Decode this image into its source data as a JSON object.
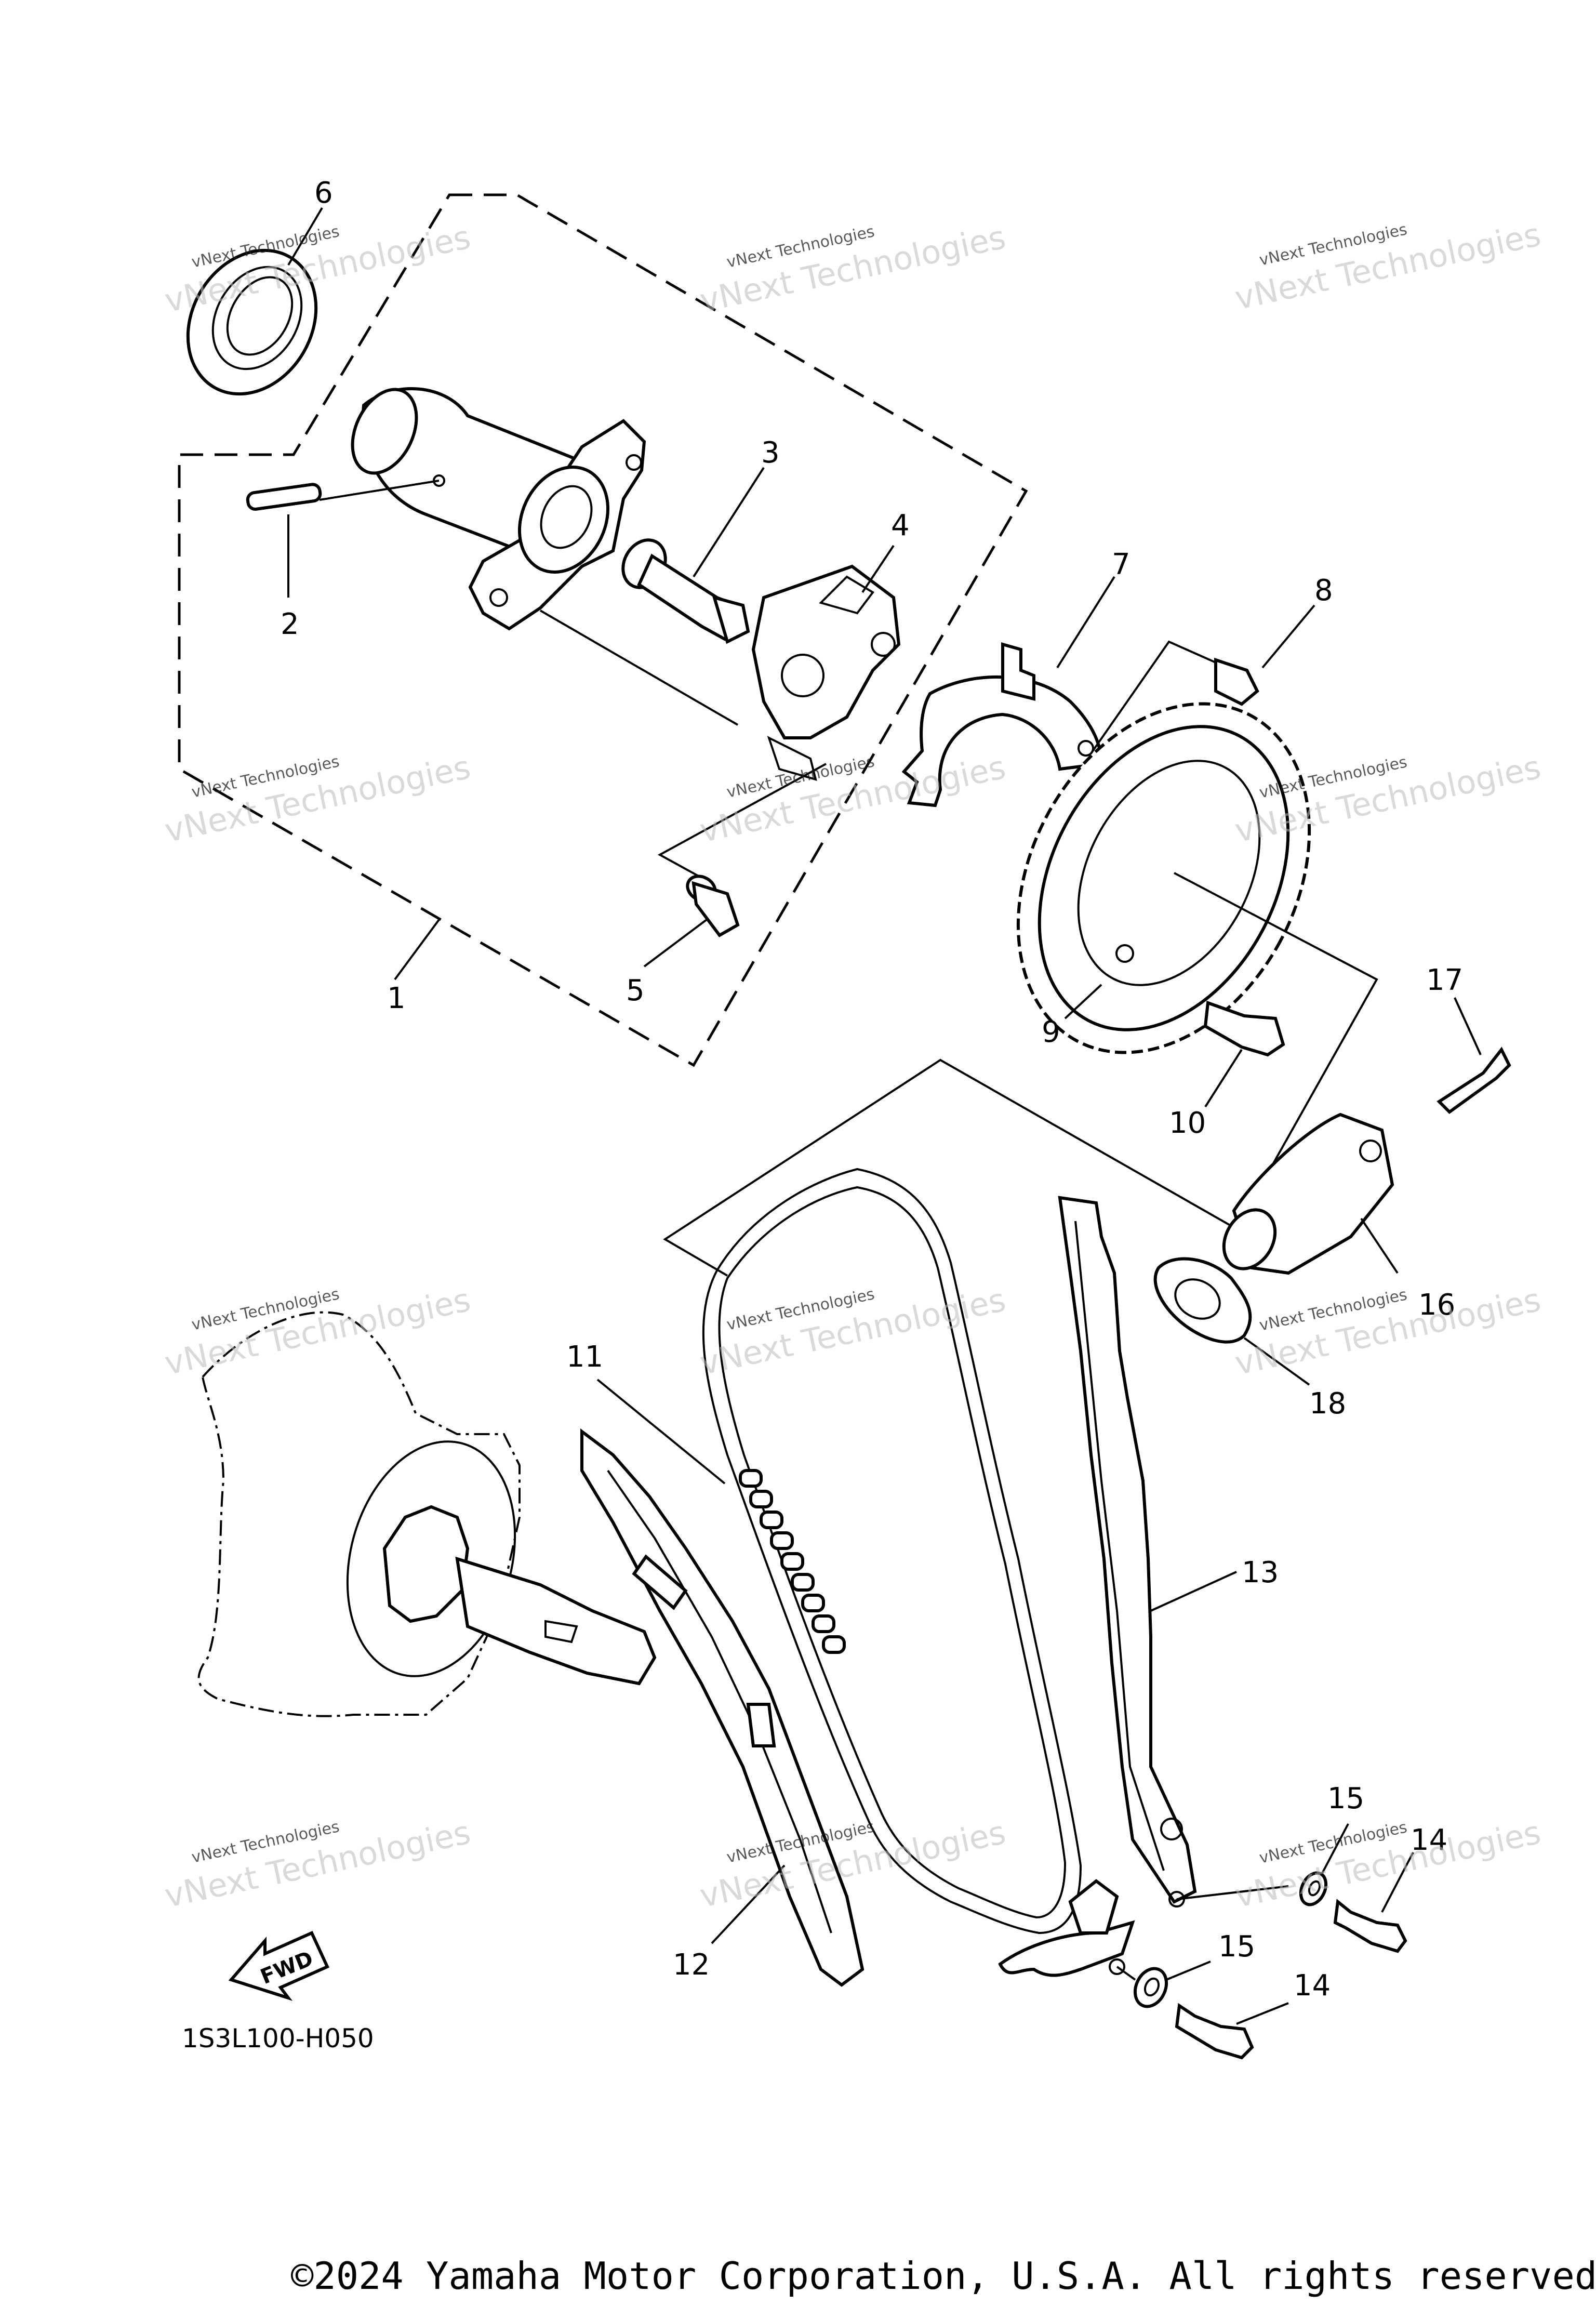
{
  "callouts": [
    {
      "id": "1",
      "text": "1"
    },
    {
      "id": "2",
      "text": "2"
    },
    {
      "id": "3",
      "text": "3"
    },
    {
      "id": "4",
      "text": "4"
    },
    {
      "id": "5",
      "text": "5"
    },
    {
      "id": "6",
      "text": "6"
    },
    {
      "id": "7",
      "text": "7"
    },
    {
      "id": "8",
      "text": "8"
    },
    {
      "id": "9",
      "text": "9"
    },
    {
      "id": "10",
      "text": "10"
    },
    {
      "id": "11",
      "text": "11"
    },
    {
      "id": "12",
      "text": "12"
    },
    {
      "id": "13",
      "text": "13"
    },
    {
      "id": "14a",
      "text": "14"
    },
    {
      "id": "14b",
      "text": "14"
    },
    {
      "id": "15a",
      "text": "15"
    },
    {
      "id": "15b",
      "text": "15"
    },
    {
      "id": "16",
      "text": "16"
    },
    {
      "id": "17",
      "text": "17"
    },
    {
      "id": "18",
      "text": "18"
    }
  ],
  "diagram_code": "1S3L100-H050",
  "fwd_label": "FWD",
  "watermark": {
    "line1": "vNext Technologies",
    "overlay": "vNext Technologies"
  },
  "copyright": "©2024 Yamaha Motor Corporation, U.S.A. All rights reserved."
}
